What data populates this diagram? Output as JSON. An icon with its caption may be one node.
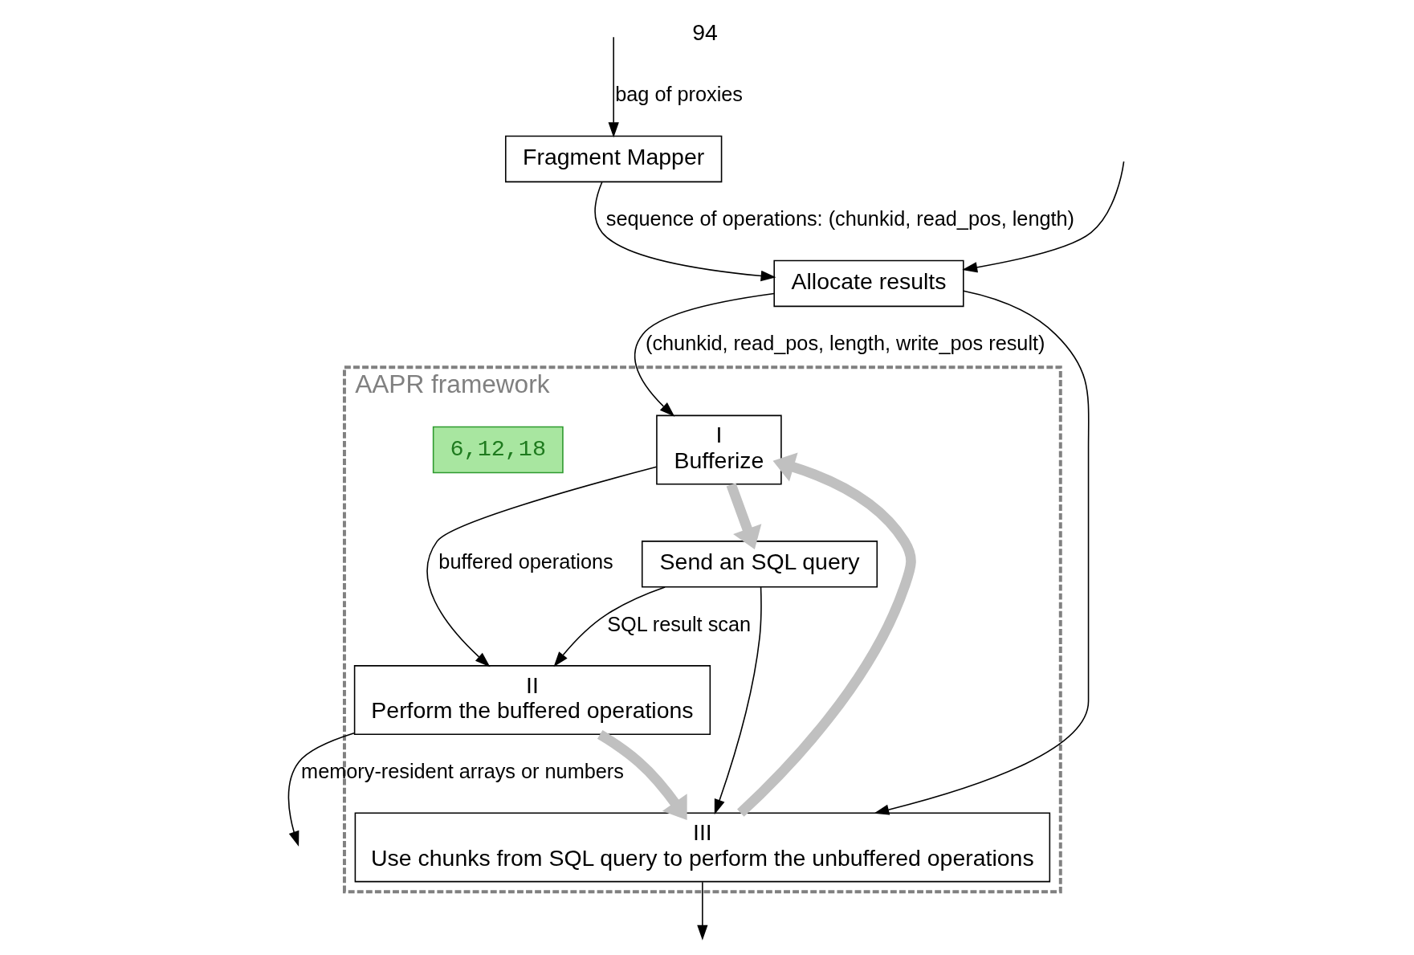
{
  "diagram": {
    "nodes": [
      {
        "text": [
          "AAPR framework"
        ]
      },
      {
        "text": [
          "Fragment Mapper"
        ]
      },
      {
        "text": [
          "Allocate results"
        ]
      },
      {
        "text": [
          "I",
          "Bufferize"
        ],
        "in": 0
      },
      {
        "text": [
          "Send an SQL query"
        ],
        "in": 0
      },
      {
        "text": [
          "III",
          "Use chunks from SQL query to perform the unbuffered operations"
        ],
        "in": 0
      },
      {
        "text": [
          "II",
          "Perform the buffered operations"
        ],
        "in": 0
      },
      {
        "text": [
          "6,12,18"
        ],
        "in": 0
      }
    ],
    "edges": [
      {
        "from": null,
        "to": 1,
        "arrow": "to",
        "label": "bag of proxies"
      },
      {
        "from": null,
        "to": 2,
        "arrow": "to"
      },
      {
        "from": 1,
        "to": 2,
        "arrow": "to",
        "label": "sequence of operations: (chunkid, read_pos, length)"
      },
      {
        "from": 2,
        "to": 3,
        "arrow": "to",
        "label": "(chunkid, read_pos, length, write_pos result)"
      },
      {
        "from": 2,
        "to": 5,
        "arrow": "to"
      },
      {
        "from": 3,
        "to": 6,
        "arrow": "to",
        "label": "buffered operations"
      },
      {
        "from": 4,
        "to": 6,
        "arrow": "to",
        "label": "SQL result scan"
      },
      {
        "from": 4,
        "to": 5,
        "arrow": "to"
      },
      {
        "from": 5,
        "to": null,
        "arrow": "to"
      },
      {
        "from": 6,
        "to": null,
        "arrow": "to",
        "label": "memory-resident arrays or numbers"
      },
      {
        "from": 5,
        "to": 3,
        "arrow": "to",
        "style": "thick",
        "color": "#c0c0c0"
      },
      {
        "from": 3,
        "to": 4,
        "arrow": "to",
        "style": "thick",
        "color": "#c0c0c0"
      },
      {
        "from": 6,
        "to": 5,
        "arrow": "to",
        "style": "thick",
        "color": "#c0c0c0"
      }
    ],
    "labels": [
      "94"
    ]
  }
}
